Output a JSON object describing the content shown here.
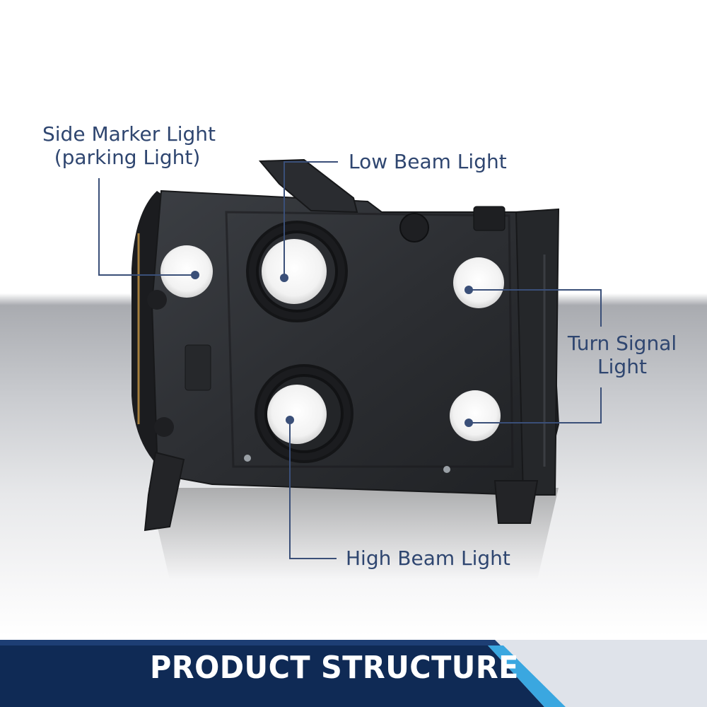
{
  "callouts": {
    "side_marker": {
      "line1": "Side Marker Light",
      "line2": "(parking Light)"
    },
    "low_beam": "Low Beam Light",
    "turn_signal": {
      "line1": "Turn Signal",
      "line2": "Light"
    },
    "high_beam": "High Beam Light"
  },
  "banner": {
    "title": "PRODUCT STRUCTURE"
  },
  "colors": {
    "callout_text": "#2f4670",
    "callout_line": "#3a4f78",
    "banner_fill": "#0f2a55",
    "banner_accent": "#3aa7e0",
    "housing": "#2e3034"
  }
}
